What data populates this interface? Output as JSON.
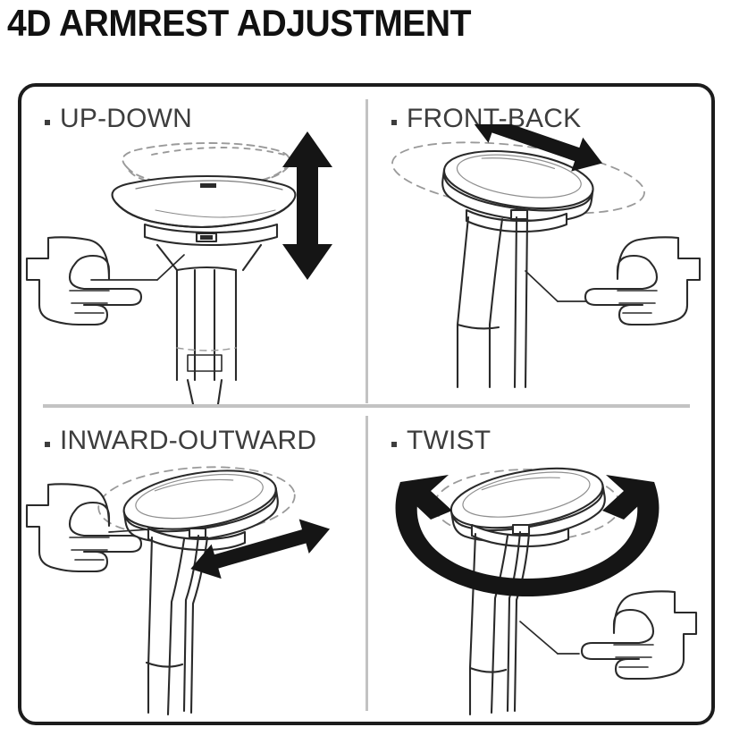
{
  "page": {
    "title": "4D ARMREST ADJUSTMENT",
    "background_color": "#ffffff",
    "text_color": "#3d3d3d",
    "border_color": "#1c1c1c",
    "divider_color": "#c3c3c3",
    "arrow_color": "#111111",
    "ghost_color": "#9a9a9a"
  },
  "panel": {
    "quadrants": [
      {
        "id": "up-down",
        "bullet": "square-bullet",
        "label": "UP-DOWN",
        "arrow": "vertical-double-arrow",
        "hand": "pointing-hand-right",
        "hand_side": "left",
        "ghost": "dashed-pad-above"
      },
      {
        "id": "front-back",
        "bullet": "square-bullet",
        "label": "FRONT-BACK",
        "arrow": "diagonal-double-arrow",
        "hand": "pointing-hand-left",
        "hand_side": "right",
        "ghost": "dashed-ellipse-horizontal"
      },
      {
        "id": "inward-outward",
        "bullet": "square-bullet",
        "label": "INWARD-OUTWARD",
        "arrow": "diagonal-double-arrow",
        "hand": "pointing-hand-right",
        "hand_side": "left",
        "ghost": "dashed-ellipse-ring"
      },
      {
        "id": "twist",
        "bullet": "square-bullet",
        "label": "TWIST",
        "arrow": "curved-double-arrow",
        "hand": "pointing-hand-left",
        "hand_side": "right",
        "ghost": "dashed-ellipse-ring"
      }
    ]
  }
}
